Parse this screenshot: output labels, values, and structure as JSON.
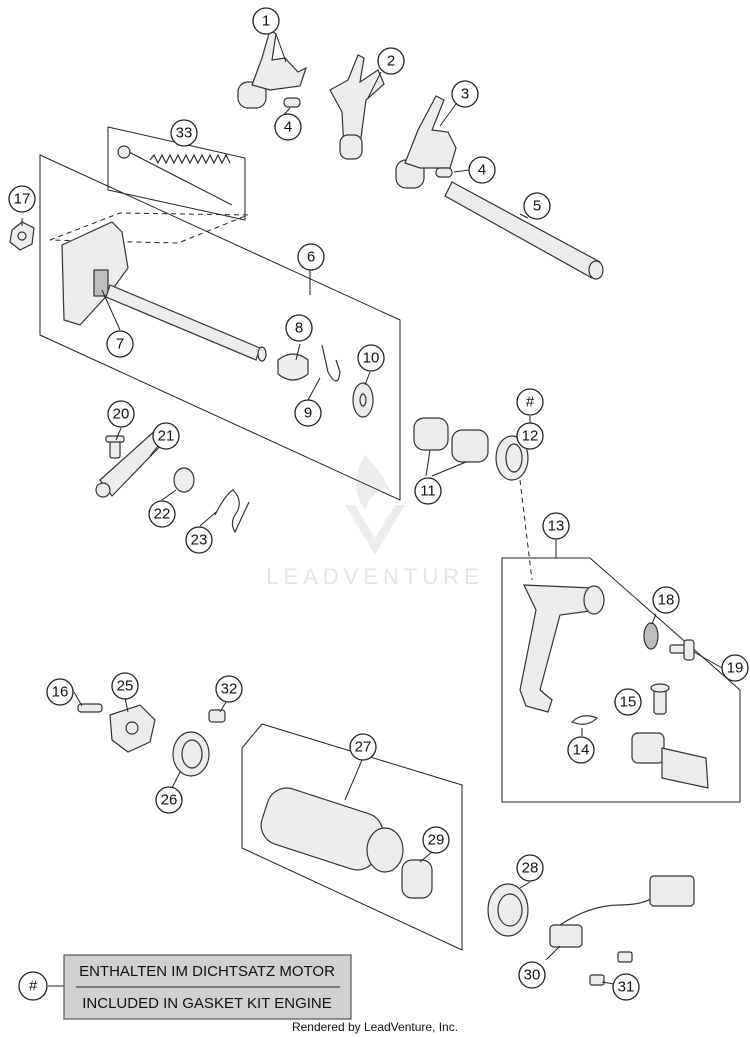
{
  "callouts": {
    "c1": "1",
    "c2": "2",
    "c3": "3",
    "c4a": "4",
    "c4b": "4",
    "c5": "5",
    "c6": "6",
    "c7": "7",
    "c8": "8",
    "c9": "9",
    "c10": "10",
    "c11": "11",
    "c12": "12",
    "c12hash": "#",
    "c13": "13",
    "c14": "14",
    "c15": "15",
    "c16": "16",
    "c17": "17",
    "c18": "18",
    "c19": "19",
    "c20": "20",
    "c21": "21",
    "c22": "22",
    "c23": "23",
    "c25": "25",
    "c26": "26",
    "c27": "27",
    "c28": "28",
    "c29": "29",
    "c30": "30",
    "c31": "31",
    "c32": "32",
    "c33": "33",
    "legendhash": "#"
  },
  "legend": {
    "line1": "ENTHALTEN IM DICHTSATZ MOTOR",
    "line2": "INCLUDED IN GASKET KIT ENGINE"
  },
  "watermark": "LEADVENTURE",
  "footer": "Rendered by LeadVenture, Inc."
}
